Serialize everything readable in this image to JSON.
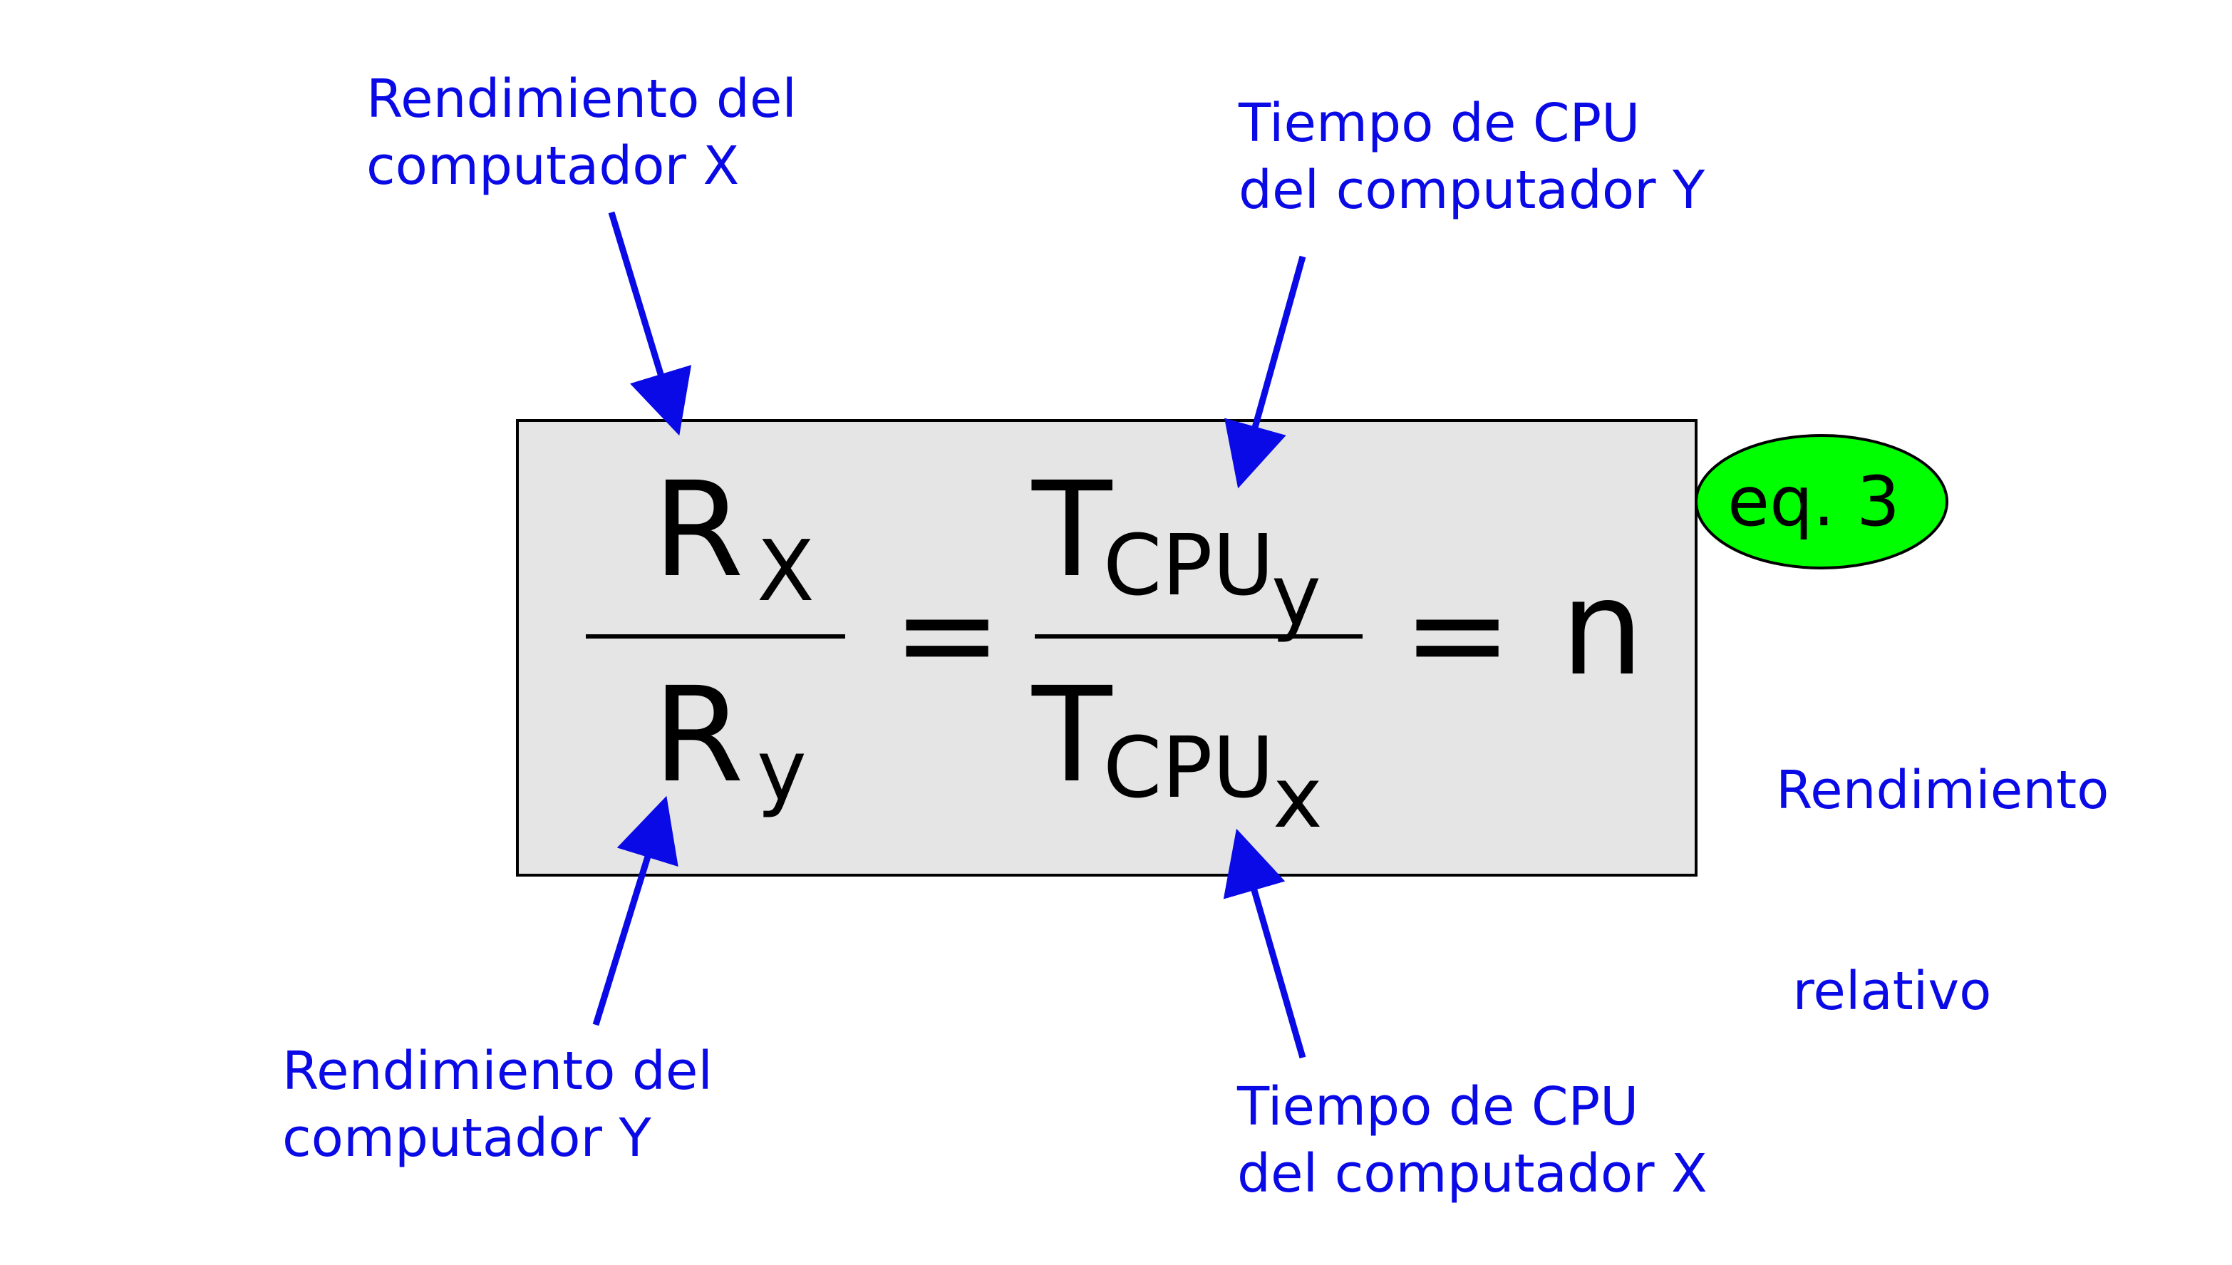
{
  "annotations": {
    "rx_label": [
      "Rendimiento del",
      "computador X"
    ],
    "ry_label": [
      "Rendimiento del",
      "computador Y"
    ],
    "tcpu_y_label": [
      "Tiempo de CPU",
      "del computador Y"
    ],
    "tcpu_x_label": [
      "Tiempo de CPU",
      "del computador X"
    ],
    "relative_label": [
      "Rendimiento",
      " relativo"
    ]
  },
  "equation": {
    "rx_symbol": "R",
    "rx_subscript": "X",
    "ry_symbol": "R",
    "ry_subscript": "y",
    "equals_1": "=",
    "tcpu_y_symbol": "T",
    "tcpu_y_sub": "CPU",
    "tcpu_y_subsub": "y",
    "tcpu_x_symbol": "T",
    "tcpu_x_sub": "CPU",
    "tcpu_x_subsub": "x",
    "equals_2": "=",
    "result": "n",
    "tag": "eq. 3"
  },
  "colors": {
    "annotation": "#0a0ae6",
    "box_fill": "#e5e5e5",
    "tag_fill": "#00ff00",
    "text": "#000000"
  }
}
